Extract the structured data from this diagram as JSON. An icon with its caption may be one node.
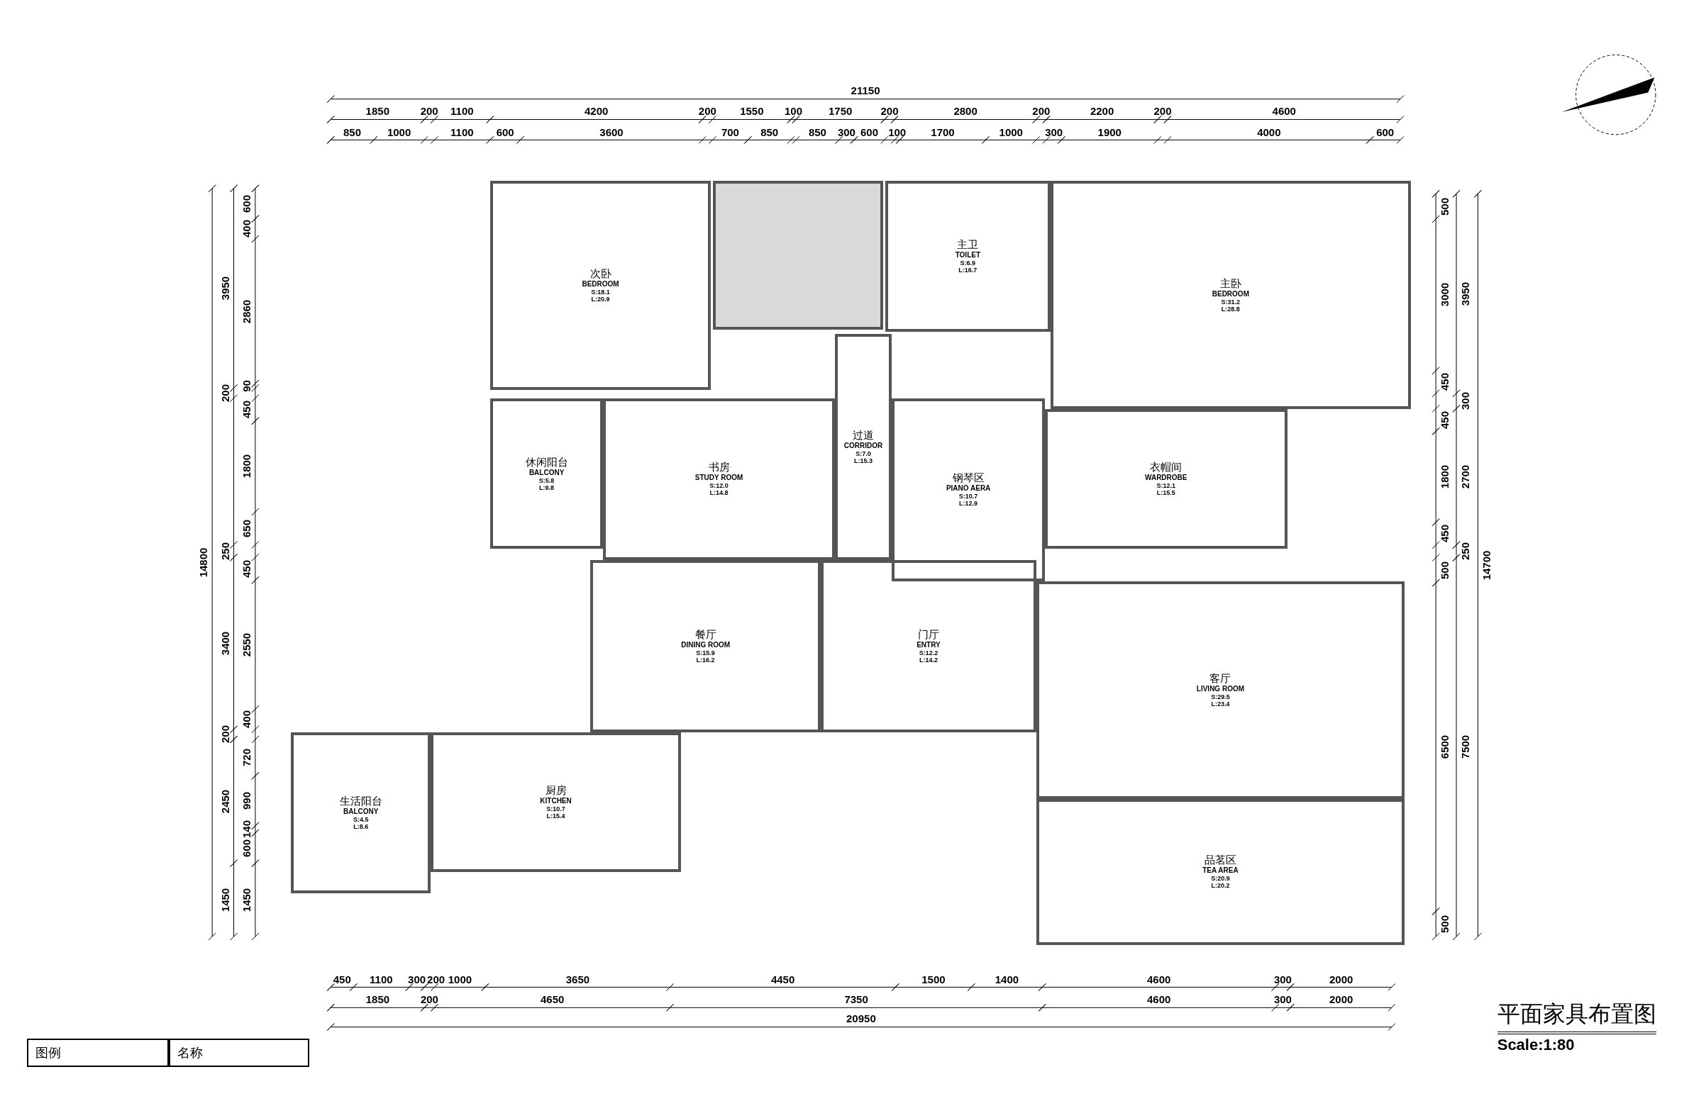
{
  "diagram": {
    "title": "平面家具布置图",
    "nodes": [
      {
        "text": [
          "次卧",
          "BEDROOM",
          "S:18.1",
          "L:20.9"
        ]
      },
      {
        "text": [
          "主卫",
          "TOILET",
          "S:6.9",
          "L:16.7"
        ]
      },
      {
        "text": [
          "主卧",
          "BEDROOM",
          "S:31.2",
          "L:28.8"
        ]
      },
      {
        "text": [
          "休闲阳台",
          "BALCONY",
          "S:5.8",
          "L:9.8"
        ]
      },
      {
        "text": [
          "书房",
          "STUDY ROOM",
          "S:12.0",
          "L:14.8"
        ]
      },
      {
        "text": [
          "过道",
          "CORRIDOR",
          "S:7.0",
          "L:15.3"
        ]
      },
      {
        "text": [
          "钢琴区",
          "PIANO AERA",
          "S:10.7",
          "L:12.9"
        ]
      },
      {
        "text": [
          "衣帽间",
          "WARDROBE",
          "S:12.1",
          "L:15.5"
        ]
      },
      {
        "text": [
          "餐厅",
          "DINING ROOM",
          "S:15.9",
          "L:16.2"
        ]
      },
      {
        "text": [
          "门厅",
          "ENTRY",
          "S:12.2",
          "L:14.2"
        ]
      },
      {
        "text": [
          "客厅",
          "LIVING ROOM",
          "S:29.5",
          "L:23.4"
        ]
      },
      {
        "text": [
          "生活阳台",
          "BALCONY",
          "S:4.5",
          "L:8.6"
        ]
      },
      {
        "text": [
          "厨房",
          "KITCHEN",
          "S:10.7",
          "L:15.4"
        ]
      },
      {
        "text": [
          "品茗区",
          "TEA AREA",
          "S:20.9",
          "L:20.2"
        ]
      },
      {
        "text": [],
        "shape": "box"
      }
    ],
    "labels": [
      "21150",
      "1850",
      "200",
      "1100",
      "4200",
      "200",
      "1550",
      "100",
      "1750",
      "200",
      "2800",
      "200",
      "2200",
      "200",
      "4600",
      "850",
      "1000",
      "1100",
      "600",
      "3600",
      "700",
      "850",
      "850",
      "300",
      "600",
      "100",
      "1700",
      "1000",
      "300",
      "1900",
      "4000",
      "600",
      "14800",
      "3950",
      "200",
      "250",
      "3400",
      "200",
      "2450",
      "1450",
      "600",
      "400",
      "2860",
      "90",
      "450",
      "1800",
      "650",
      "450",
      "2550",
      "400",
      "720",
      "990",
      "140",
      "600",
      "1450",
      "500",
      "3000",
      "450",
      "450",
      "1800",
      "450",
      "500",
      "6500",
      "500",
      "3950",
      "300",
      "2700",
      "250",
      "7500",
      "14700",
      "450",
      "1100",
      "300",
      "200",
      "1000",
      "3650",
      "4450",
      "1500",
      "1400",
      "4600",
      "300",
      "2000",
      "1850",
      "200",
      "4650",
      "7350",
      "4600",
      "300",
      "2000",
      "20950",
      "图例",
      "名称",
      "Scale:1:80"
    ]
  }
}
